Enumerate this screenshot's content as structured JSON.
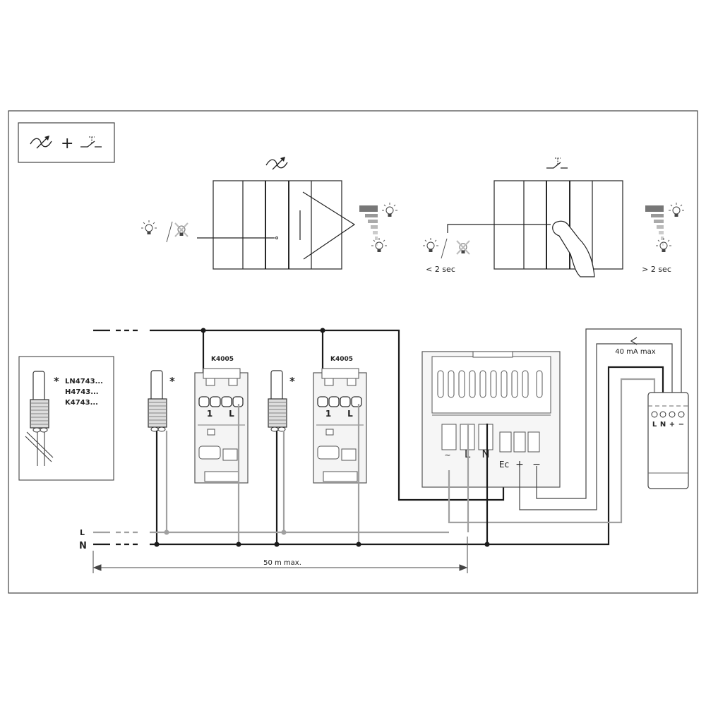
{
  "legend_box": {
    "dimmer_symbol": "dimmer-symbol",
    "plus": "+",
    "pushbutton_symbol": "pushbutton-symbol"
  },
  "rotary_panel": {
    "symbol": "dimmer-symbol"
  },
  "push_panel": {
    "short_press": "< 2 sec",
    "long_press": "> 2 sec"
  },
  "remote_box": {
    "asterisk": "*",
    "models": [
      "LN4743...",
      "H4743...",
      "K4743..."
    ]
  },
  "devices": [
    {
      "label": "K4005",
      "terminal_1": "1",
      "terminal_L": "L",
      "asterisk": "*"
    },
    {
      "label": "K4005",
      "terminal_1": "1",
      "terminal_L": "L",
      "asterisk": "*"
    }
  ],
  "dimmer": {
    "terminals": [
      "~",
      "L",
      "N",
      "Ec",
      "+",
      "−"
    ]
  },
  "driver": {
    "terminals": [
      "L",
      "N",
      "+",
      "−"
    ],
    "current_label": "40 mA max"
  },
  "mains": {
    "L": "L",
    "N": "N"
  },
  "distance_label": "50 m max.",
  "colors": {
    "black_wire": "#1a1a1a",
    "gray_wire": "#a0a0a0"
  }
}
